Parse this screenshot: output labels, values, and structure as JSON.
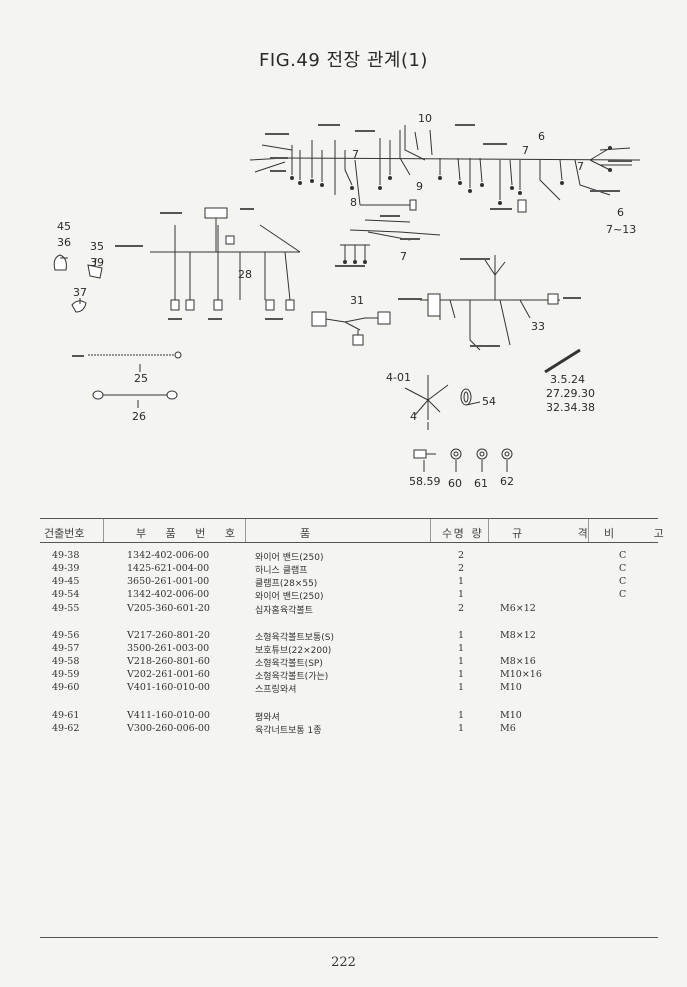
{
  "title": "FIG.49 전장 관계(1)",
  "callouts": {
    "c10": "10",
    "c6a": "6",
    "c7a": "7",
    "c7b": "7",
    "c7c": "7",
    "c7d": "7",
    "c9": "9",
    "c8": "8",
    "c6b": "6",
    "c7_13": "7~13",
    "c45": "45",
    "c36": "36",
    "c35": "35",
    "c39": "39",
    "c37": "37",
    "c28": "28",
    "c31": "31",
    "c33": "33",
    "c25": "25",
    "c26": "26",
    "c4_01": "4-01",
    "c4": "4",
    "c54": "54",
    "c3524": "3.5.24",
    "c272930": "27.29.30",
    "c323438": "32.34.38",
    "c5859": "58.59",
    "c60": "60",
    "c61": "61",
    "c62": "62"
  },
  "table": {
    "headers": {
      "fig": "건출번호",
      "part": "부 품 번 호",
      "name": "품 명",
      "qty": "수 량",
      "spec": "규 격",
      "note": "비 고"
    },
    "rows": [
      {
        "fig": "49-38",
        "part": "1342-402-006-00",
        "name": "와이어 밴드(250)",
        "qty": "2",
        "spec": "",
        "note": "C"
      },
      {
        "fig": "49-39",
        "part": "1425-621-004-00",
        "name": "하니스 클램프",
        "qty": "2",
        "spec": "",
        "note": "C"
      },
      {
        "fig": "49-45",
        "part": "3650-261-001-00",
        "name": "클램프(28×55)",
        "qty": "1",
        "spec": "",
        "note": "C"
      },
      {
        "fig": "49-54",
        "part": "1342-402-006-00",
        "name": "와이어 밴드(250)",
        "qty": "1",
        "spec": "",
        "note": "C"
      },
      {
        "fig": "49-55",
        "part": "V205-360-601-20",
        "name": "십자홈육각볼트",
        "qty": "2",
        "spec": "M6×12",
        "note": ""
      },
      {
        "fig": "49-56",
        "part": "V217-260-801-20",
        "name": "소형육각볼트보통(S)",
        "qty": "1",
        "spec": "M8×12",
        "note": ""
      },
      {
        "fig": "49-57",
        "part": "3500-261-003-00",
        "name": "보호튜브(22×200)",
        "qty": "1",
        "spec": "",
        "note": ""
      },
      {
        "fig": "49-58",
        "part": "V218-260-801-60",
        "name": "소형육각볼트(SP)",
        "qty": "1",
        "spec": "M8×16",
        "note": ""
      },
      {
        "fig": "49-59",
        "part": "V202-261-001-60",
        "name": "소형육각볼트(가는)",
        "qty": "1",
        "spec": "M10×16",
        "note": ""
      },
      {
        "fig": "49-60",
        "part": "V401-160-010-00",
        "name": "스프링와셔",
        "qty": "1",
        "spec": "M10",
        "note": ""
      },
      {
        "fig": "49-61",
        "part": "V411-160-010-00",
        "name": "평와셔",
        "qty": "1",
        "spec": "M10",
        "note": ""
      },
      {
        "fig": "49-62",
        "part": "V300-260-006-00",
        "name": "육각너트보통 1종",
        "qty": "1",
        "spec": "M6",
        "note": ""
      }
    ]
  },
  "page_number": "222"
}
